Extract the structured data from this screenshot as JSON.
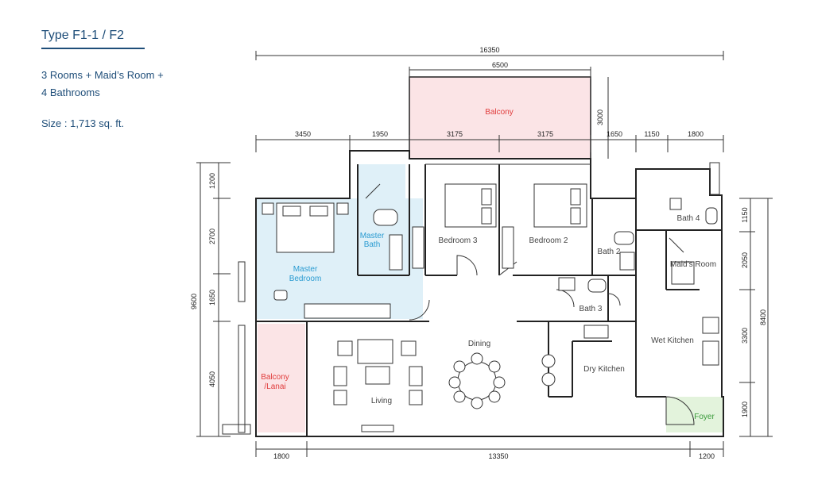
{
  "header": {
    "title": "Type F1-1 / F2",
    "desc_line1": "3 Rooms + Maid’s Room +",
    "desc_line2": "4 Bathrooms",
    "size": "Size : 1,713 sq. ft."
  },
  "rooms": {
    "balcony_top": "Balcony",
    "bedroom3": "Bedroom 3",
    "bedroom2": "Bedroom 2",
    "master_bath_1": "Master",
    "master_bath_2": "Bath",
    "master_bed_1": "Master",
    "master_bed_2": "Bedroom",
    "bath2": "Bath 2",
    "bath3": "Bath 3",
    "bath4": "Bath 4",
    "maids_room": "Maid’s Room",
    "dining": "Dining",
    "dry_kitchen": "Dry Kitchen",
    "wet_kitchen": "Wet Kitchen",
    "living": "Living",
    "balcony_lanai_1": "Balcony",
    "balcony_lanai_2": "/Lanai",
    "foyer": "Foyer"
  },
  "dimensions": {
    "top_total": "16350",
    "top_balcony": "6500",
    "balcony_depth": "3000",
    "top_seg1": "3450",
    "top_seg2": "1950",
    "top_seg3": "3175",
    "top_seg4": "3175",
    "top_seg5": "1650",
    "top_seg6": "1150",
    "top_seg7": "1800",
    "left_seg1": "1200",
    "left_seg2": "2700",
    "left_seg3": "1650",
    "left_seg4": "4050",
    "left_total": "9600",
    "right_seg1": "1150",
    "right_seg2": "2050",
    "right_seg3": "3300",
    "right_seg4": "1900",
    "right_total": "8400",
    "bottom_seg1": "1800",
    "bottom_seg2": "13350",
    "bottom_seg3": "1200"
  },
  "colors": {
    "header_blue": "#1f4e79",
    "balcony_fill": "#fbe4e6",
    "balcony_text": "#e03c3c",
    "master_fill": "#dff0f8",
    "master_text": "#2a9bd1",
    "foyer_fill": "#e3f3dc",
    "foyer_text": "#3a9a3a"
  }
}
